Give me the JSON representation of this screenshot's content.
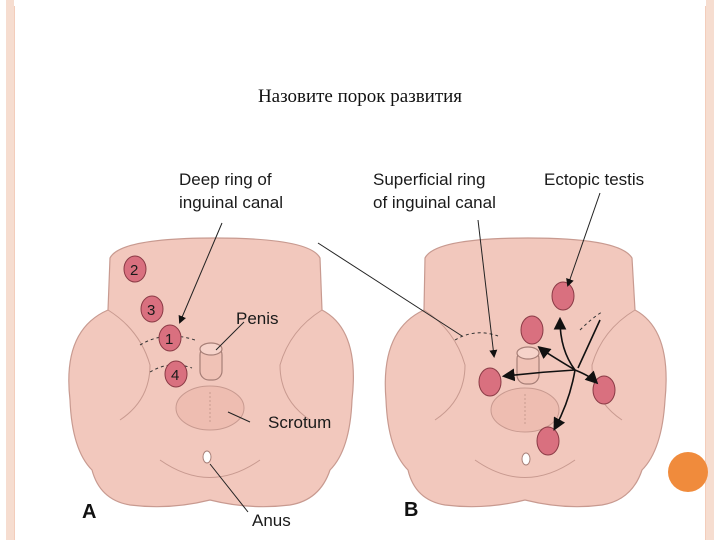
{
  "slide": {
    "title": "Назовите порок развития"
  },
  "labels": {
    "deep_ring_line1": "Deep ring of",
    "deep_ring_line2": "inguinal canal",
    "superficial_line1": "Superficial ring",
    "superficial_line2": "of inguinal canal",
    "ectopic": "Ectopic testis",
    "penis": "Penis",
    "scrotum": "Scrotum",
    "anus": "Anus",
    "panel_a": "A",
    "panel_b": "B"
  },
  "positions_numbers": [
    "1",
    "2",
    "3",
    "4"
  ],
  "colors": {
    "skin": "#f2c8bd",
    "skin_edge": "#c89a90",
    "testis": "#d9707f",
    "accent_dot": "#f08b3c",
    "frame": "#f6ddd0"
  }
}
